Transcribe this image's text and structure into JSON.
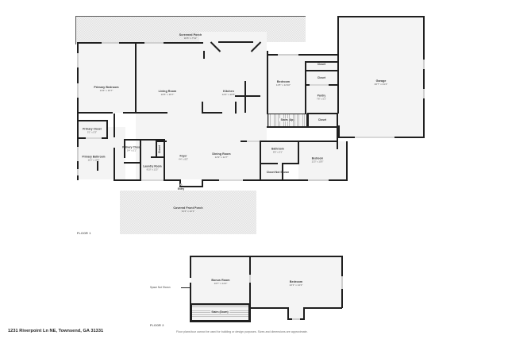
{
  "document": {
    "address": "1231 Riverpoint Ln NE, Townsend, GA 31331",
    "disclaimer": "Floor plans/tour cannot be used for building or design purposes. Sizes and dimensions are approximate."
  },
  "floors": [
    {
      "tag": "FLOOR 1",
      "rooms": [
        {
          "name": "Screened Porch",
          "dim": "32'6\" x 7'11\""
        },
        {
          "name": "Primary Bedroom",
          "dim": "13'6\" x 15'7\""
        },
        {
          "name": "Living Room",
          "dim": "16'5\" x 15'7\""
        },
        {
          "name": "Kitchen",
          "dim": "12'4\" x 20'5\""
        },
        {
          "name": "Bedroom",
          "dim": "11'5\" x 12'10\""
        },
        {
          "name": "Garage",
          "dim": "20'7\" x 21'4\""
        },
        {
          "name": "Closet",
          "dim": ""
        },
        {
          "name": "Closet",
          "dim": ""
        },
        {
          "name": "Pantry",
          "dim": "7'8\" x 5'1\""
        },
        {
          "name": "Closet",
          "dim": ""
        },
        {
          "name": "Primary Closet",
          "dim": "5'1\" x 5'3\""
        },
        {
          "name": "Primary Closet",
          "dim": "5'4\" x 5'1\""
        },
        {
          "name": "Primary Bathroom",
          "dim": "11'5\" x 10'6\""
        },
        {
          "name": "Laundry Room",
          "dim": "8'10\" x 11'5\""
        },
        {
          "name": "Closet",
          "dim": ""
        },
        {
          "name": "Foyer",
          "dim": "4'4\" x 8'5\""
        },
        {
          "name": "Dining Room",
          "dim": "12'9\" x 14'7\""
        },
        {
          "name": "Bathroom",
          "dim": "8'6\" x 5'1\""
        },
        {
          "name": "Closet Not Shown",
          "dim": ""
        },
        {
          "name": "Bedroom",
          "dim": "11'5\" x 10'5\""
        },
        {
          "name": "Covered Front Porch",
          "dim": "31'2\" x 12'1\""
        }
      ],
      "stairs_label": "Stairs (Up)",
      "entry_label": "Entry"
    },
    {
      "tag": "FLOOR 2",
      "rooms": [
        {
          "name": "Bonus Room",
          "dim": "16'7\" x 14'2\""
        },
        {
          "name": "Bedroom",
          "dim": "22'1\" x 14'2\""
        }
      ],
      "stairs_label": "Stairs (Down)",
      "space_note": "Space Not Shown"
    }
  ],
  "colors": {
    "wall": "#1f1f1f",
    "room_fill": "#f4f4f4",
    "porch_fill": "#f2f2f2",
    "door": "#d8d8d8",
    "text": "#343434"
  }
}
